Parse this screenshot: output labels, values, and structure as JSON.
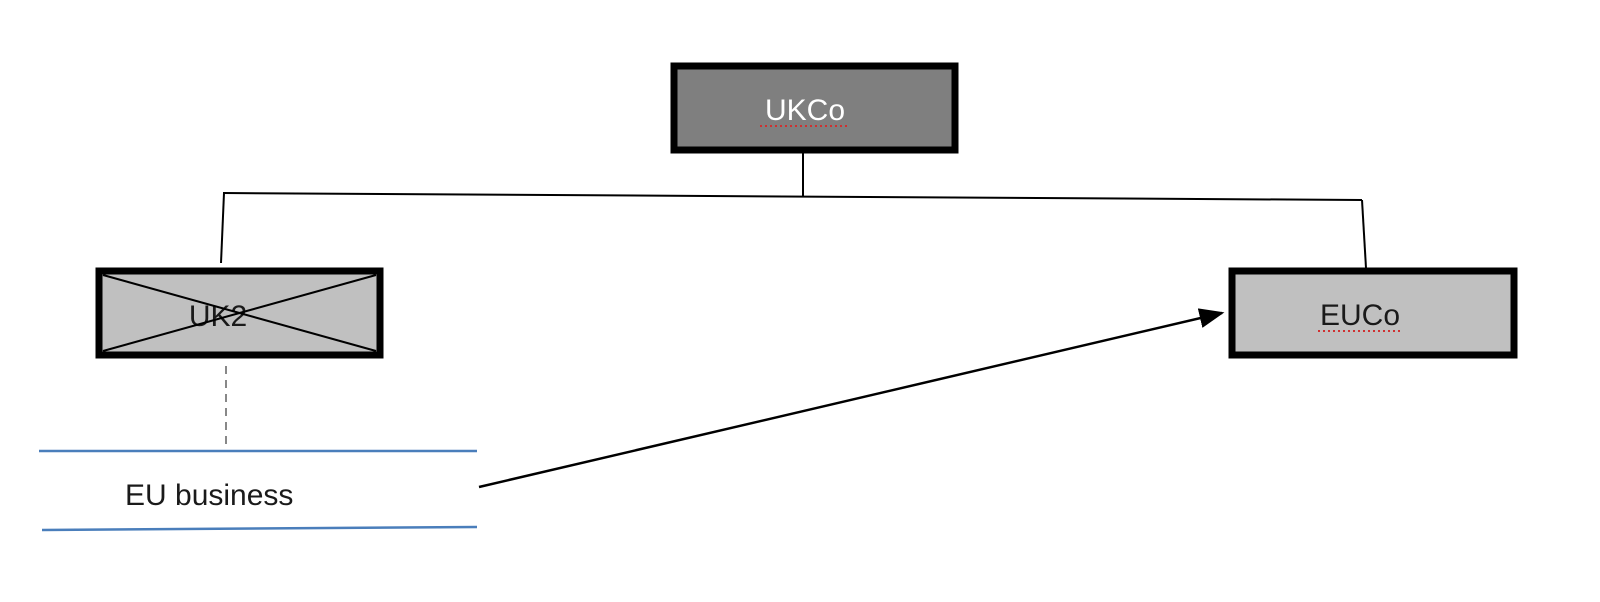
{
  "nodes": {
    "ukco": {
      "label": "UKCo",
      "fill": "#7f7f7f",
      "text_color": "#ffffff"
    },
    "uk2": {
      "label": "UK2",
      "fill": "#c0c0c0",
      "text_color": "#1a1a1a",
      "crossed_out": true
    },
    "euco": {
      "label": "EUCo",
      "fill": "#c0c0c0",
      "text_color": "#1a1a1a"
    },
    "eu_business": {
      "label": "EU business",
      "line_color": "#4a7ebb"
    }
  },
  "edges": [
    {
      "from": "ukco",
      "to": "uk2",
      "style": "solid"
    },
    {
      "from": "ukco",
      "to": "euco",
      "style": "solid"
    },
    {
      "from": "uk2",
      "to": "eu_business",
      "style": "dashed"
    },
    {
      "from": "eu_business",
      "to": "euco",
      "style": "arrow"
    }
  ]
}
